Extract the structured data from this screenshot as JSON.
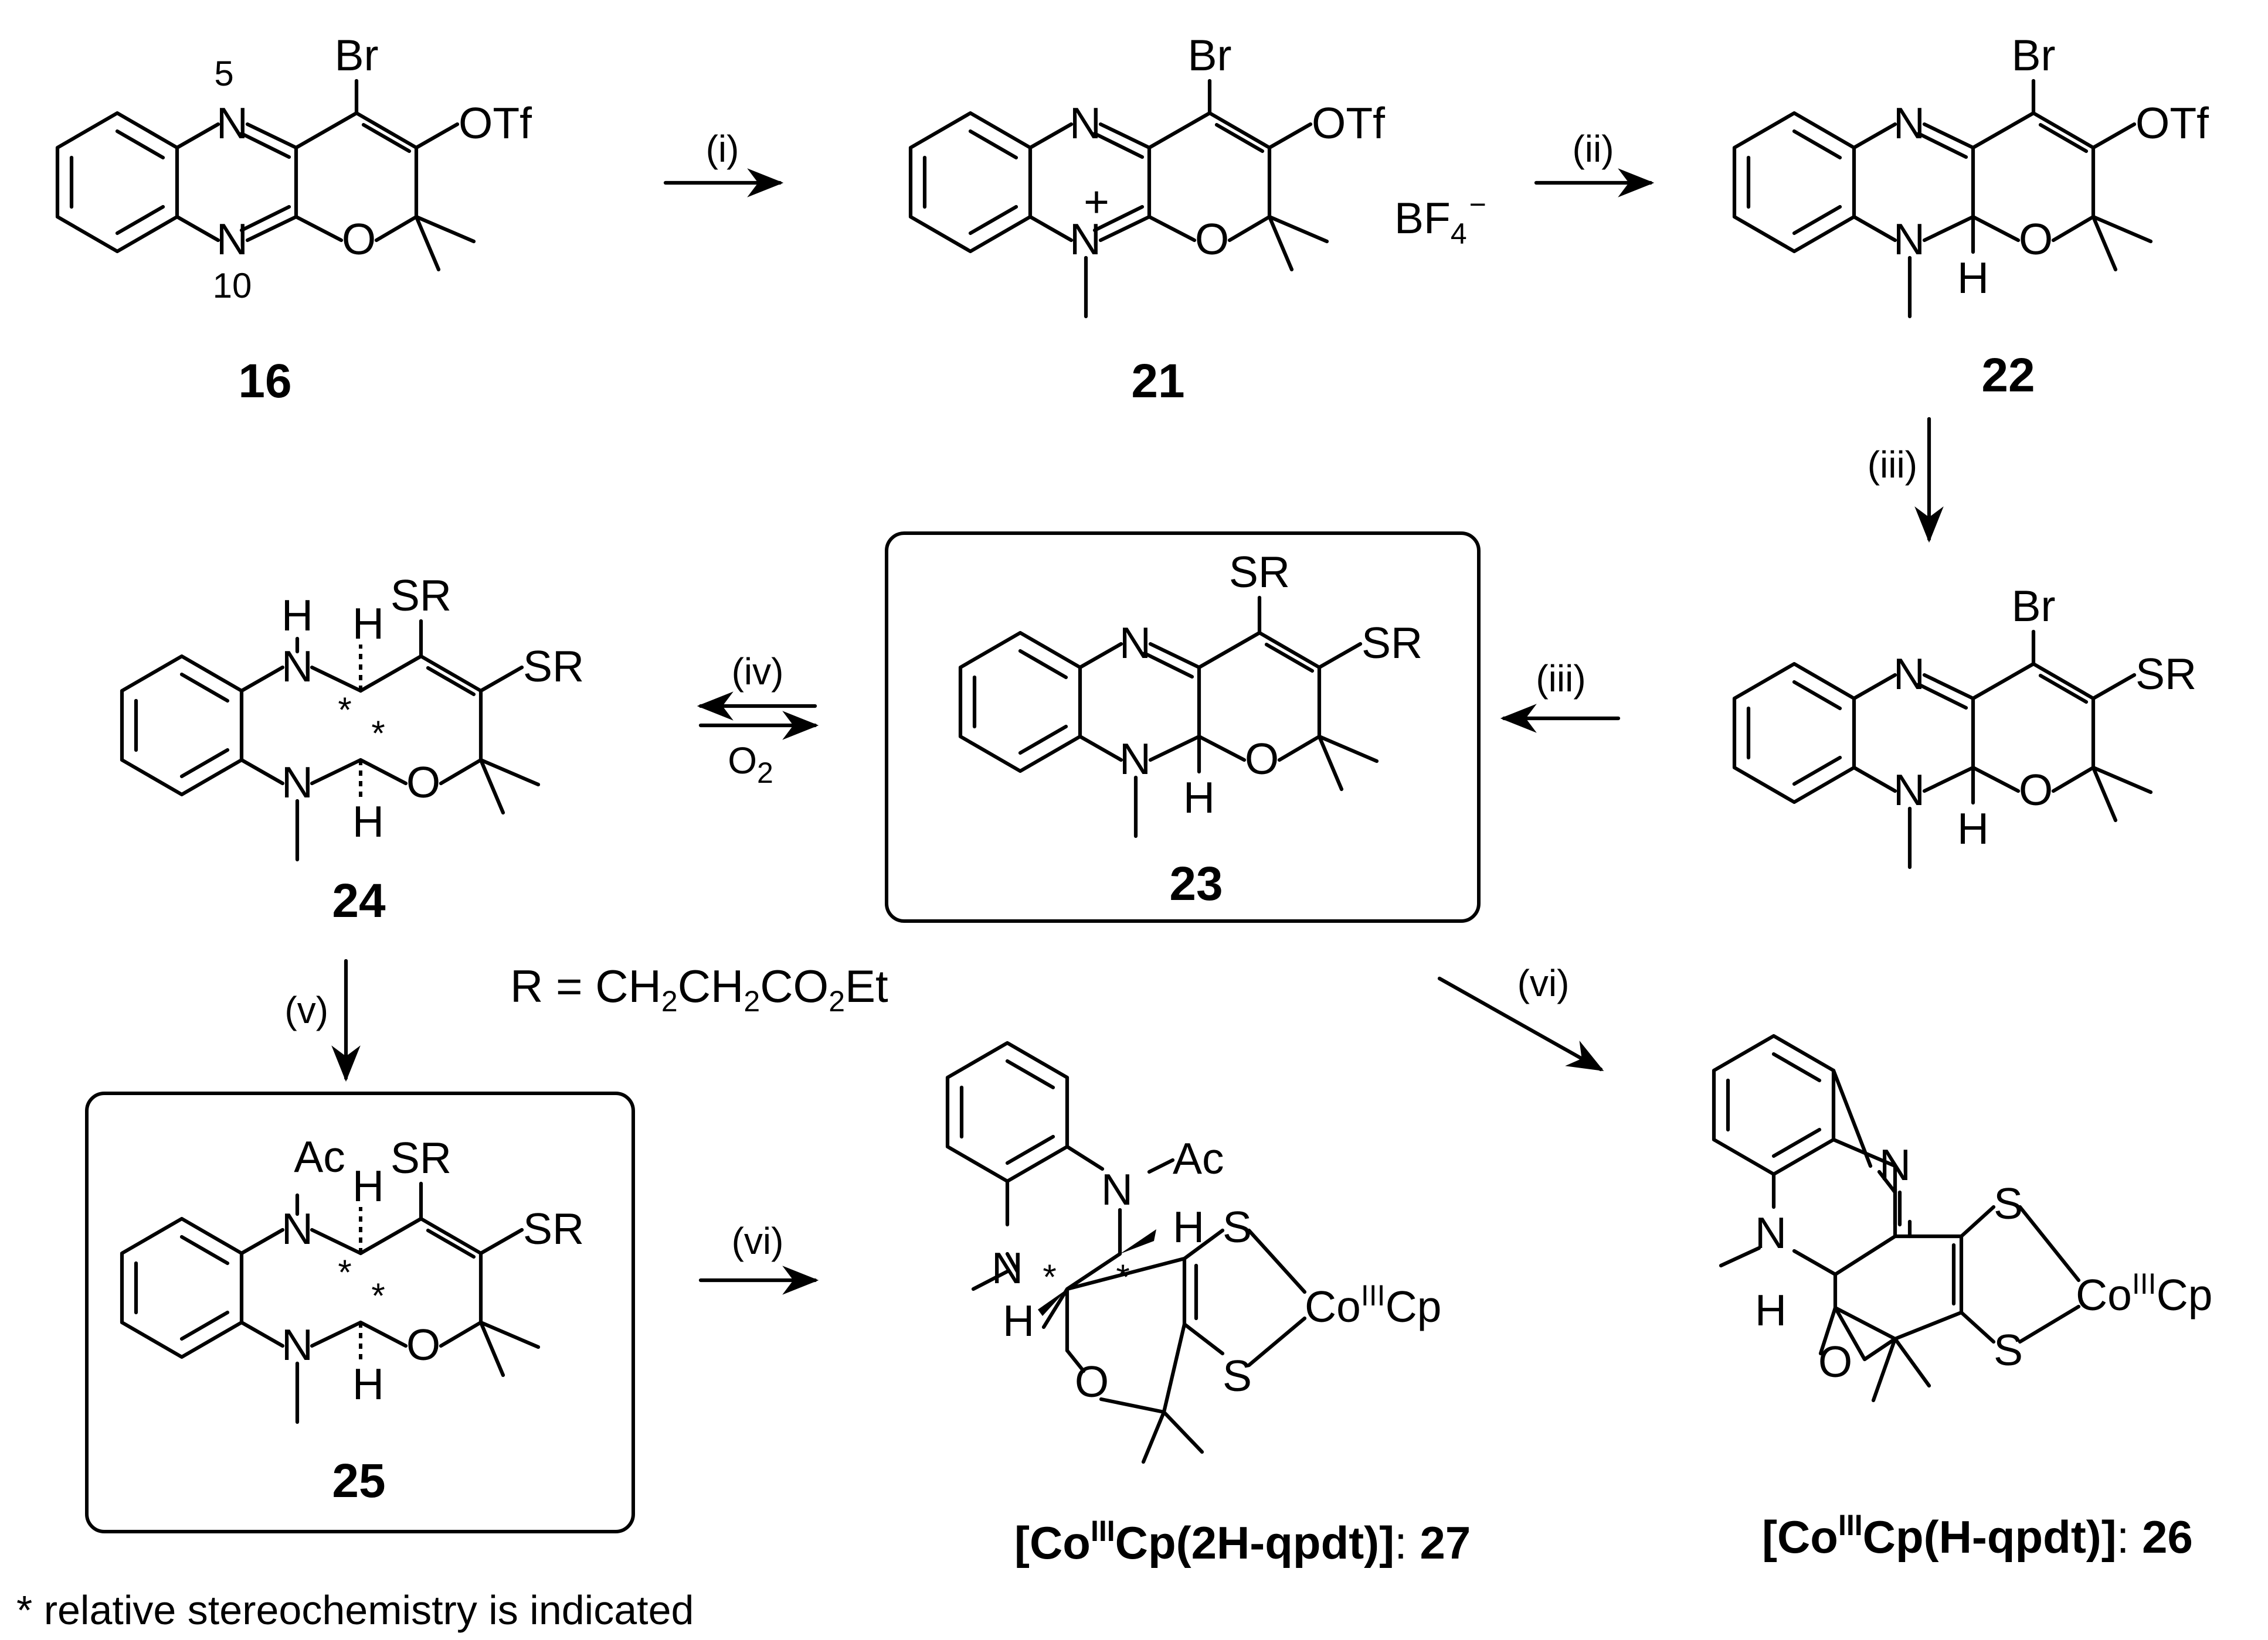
{
  "compounds": {
    "c16": {
      "label": "16",
      "atoms": {
        "br": "Br",
        "otf": "OTf",
        "n5": "N",
        "n10": "N",
        "o": "O",
        "pos5": "5",
        "pos10": "10"
      }
    },
    "c21": {
      "label": "21",
      "atoms": {
        "br": "Br",
        "otf": "OTf",
        "n_top": "N",
        "n_plus": "N",
        "plus": "+",
        "o": "O",
        "bf": "BF",
        "bf_sub": "4",
        "bf_sup": "−"
      }
    },
    "c22": {
      "label": "22",
      "atoms": {
        "br": "Br",
        "otf": "OTf",
        "n_top": "N",
        "n_bot": "N",
        "h": "H",
        "o": "O"
      }
    },
    "c_brsr": {
      "atoms": {
        "br": "Br",
        "sr": "SR",
        "n_top": "N",
        "n_bot": "N",
        "h": "H",
        "o": "O"
      }
    },
    "c23": {
      "label": "23",
      "atoms": {
        "sr1": "SR",
        "sr2": "SR",
        "n_top": "N",
        "n_bot": "N",
        "h": "H",
        "o": "O"
      }
    },
    "c24": {
      "label": "24",
      "atoms": {
        "h_top": "H",
        "n_top": "N",
        "sr1": "SR",
        "sr2": "SR",
        "n_bot": "N",
        "h_bot": "H",
        "h_ring": "H",
        "o": "O",
        "star1": "*",
        "star2": "*"
      }
    },
    "c25": {
      "label": "25",
      "atoms": {
        "ac": "Ac",
        "n_top": "N",
        "h_top": "H",
        "sr1": "SR",
        "sr2": "SR",
        "n_bot": "N",
        "h_bot": "H",
        "o": "O",
        "star1": "*",
        "star2": "*"
      }
    },
    "c27": {
      "label": "27",
      "name": "[Co",
      "name_sup": "III",
      "name_rest": "Cp(2H-qpdt)]",
      "name_sep": ": ",
      "atoms": {
        "n_ac": "N",
        "ac": "Ac",
        "n_me": "N",
        "h1": "H",
        "h2": "H",
        "o": "O",
        "s1": "S",
        "s2": "S",
        "co": "Co",
        "co_sup": "III",
        "cp": "Cp",
        "star1": "*",
        "star2": "*"
      }
    },
    "c26": {
      "label": "26",
      "name": "[Co",
      "name_sup": "III",
      "name_rest": "Cp(H-qpdt)]",
      "name_sep": ": ",
      "atoms": {
        "n_top": "N",
        "n_me": "N",
        "h": "H",
        "o": "O",
        "s1": "S",
        "s2": "S",
        "co": "Co",
        "co_sup": "III",
        "cp": "Cp"
      }
    }
  },
  "conditions": {
    "i": "(i)",
    "ii": "(ii)",
    "iii_down": "(iii)",
    "iii_left": "(iii)",
    "iv": "(iv)",
    "o2": "O",
    "o2_sub": "2",
    "v": "(v)",
    "vi_a": "(vi)",
    "vi_b": "(vi)"
  },
  "r_definition": {
    "lead": "R = CH",
    "s1": "2",
    "m1": "CH",
    "s2": "2",
    "m2": "CO",
    "s3": "2",
    "tail": "Et"
  },
  "footnote": "* relative stereochemistry is indicated"
}
